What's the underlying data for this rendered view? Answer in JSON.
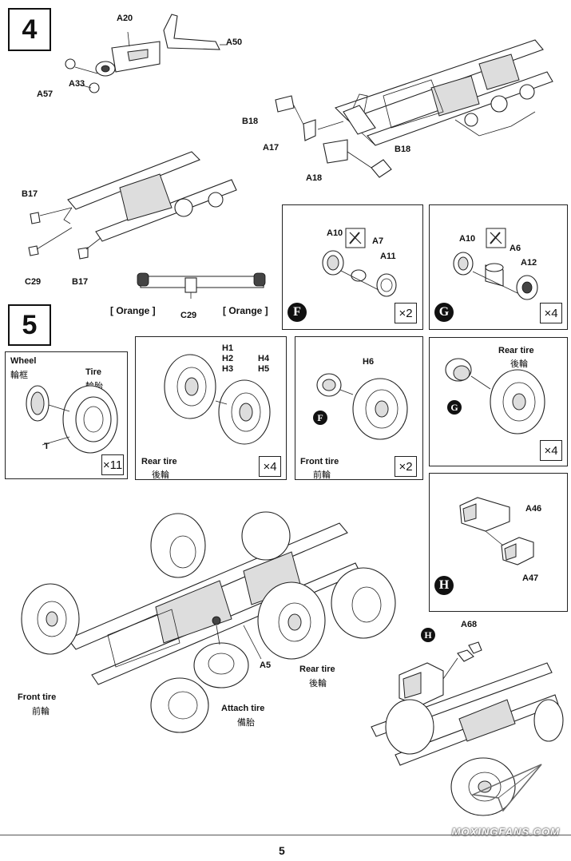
{
  "steps": {
    "step4": "4",
    "step5": "5"
  },
  "step4": {
    "labels": {
      "A20": "A20",
      "A50": "A50",
      "A33": "A33",
      "A57": "A57",
      "B18a": "B18",
      "A17": "A17",
      "A18": "A18",
      "B18b": "B18",
      "B17a": "B17",
      "C29a": "C29",
      "B17b": "B17",
      "C29b": "C29"
    },
    "orange_left": "[ Orange ]",
    "orange_right": "[ Orange ]"
  },
  "panelF": {
    "A10": "A10",
    "A7": "A7",
    "A11": "A11",
    "marker": "F",
    "mult": "×2"
  },
  "panelG": {
    "A10": "A10",
    "A6": "A6",
    "A12": "A12",
    "marker": "G",
    "mult": "×4"
  },
  "panelWheel": {
    "wheel": "Wheel",
    "wheel_cn": "輪框",
    "tire": "Tire",
    "tire_cn": "輪胎",
    "T": "T",
    "mult": "×11"
  },
  "panelRear1": {
    "H1": "H1",
    "H2": "H2",
    "H3": "H3",
    "H4": "H4",
    "H5": "H5",
    "caption": "Rear tire",
    "caption_cn": "後輪",
    "mult": "×4"
  },
  "panelFront": {
    "H6": "H6",
    "marker": "F",
    "caption": "Front tire",
    "caption_cn": "前輪",
    "mult": "×2"
  },
  "panelRear2": {
    "caption": "Rear tire",
    "caption_cn": "後輪",
    "marker": "G",
    "mult": "×4"
  },
  "panelH": {
    "A46": "A46",
    "A47": "A47",
    "marker": "H"
  },
  "bottom": {
    "front": "Front tire",
    "front_cn": "前輪",
    "attach": "Attach tire",
    "attach_cn": "備胎",
    "A5": "A5",
    "rear": "Rear tire",
    "rear_cn": "後輪",
    "A68": "A68",
    "markerH": "H"
  },
  "page_number": "5",
  "watermark": "MOXINGFANS.COM"
}
